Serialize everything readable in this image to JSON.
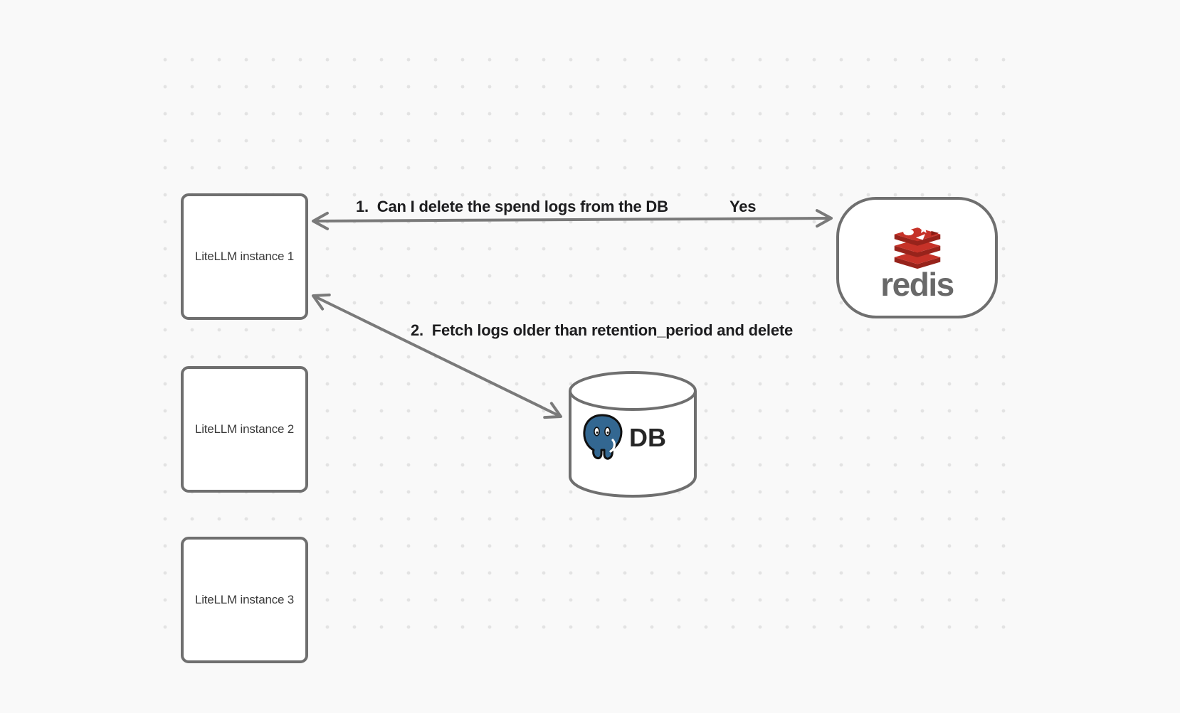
{
  "diagram": {
    "nodes": {
      "instances": [
        {
          "label": "LiteLLM instance 1"
        },
        {
          "label": "LiteLLM instance 2"
        },
        {
          "label": "LiteLLM instance 3"
        }
      ],
      "redis": {
        "wordmark": "redis"
      },
      "database": {
        "label": "DB"
      }
    },
    "edges": [
      {
        "label": "1.  Can I delete the spend logs from the DB",
        "response": "Yes",
        "from": "redis",
        "to": "LiteLLM instance 1",
        "direction": "bidirectional"
      },
      {
        "label": "2.  Fetch logs older than retention_period and delete",
        "from": "LiteLLM instance 1",
        "to": "DB",
        "direction": "bidirectional"
      }
    ],
    "colors": {
      "background": "#f9f9f9",
      "dot_grid": "#e3e3e3",
      "node_border": "#6f6f6f",
      "arrow": "#7a7a7a",
      "label_text": "#1d1d1f",
      "redis_red": "#c63228",
      "redis_red_dark": "#97231b",
      "postgres_blue": "#336791"
    }
  }
}
